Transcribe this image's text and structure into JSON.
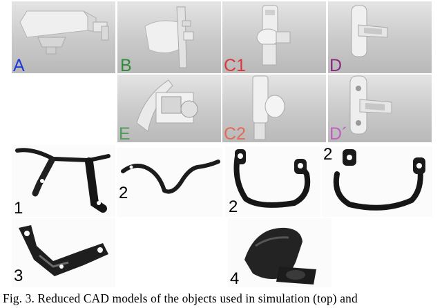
{
  "figure": {
    "cad_panels": [
      {
        "label": "A",
        "color": "#1f3bd6"
      },
      {
        "label": "B",
        "color": "#2f8a3a"
      },
      {
        "label": "C1",
        "color": "#d93838"
      },
      {
        "label": "D",
        "color": "#8a2a80"
      },
      {
        "label": "E",
        "color": "#4f9a5a"
      },
      {
        "label": "C2",
        "color": "#e06b57"
      },
      {
        "label": "D´",
        "color": "#c060c0"
      }
    ],
    "photo_panels": [
      {
        "label": "1"
      },
      {
        "label": "2"
      },
      {
        "label": "2"
      },
      {
        "label": "2"
      },
      {
        "label": "3"
      },
      {
        "label": "4"
      }
    ],
    "caption": "Fig. 3.  Reduced CAD models of the objects used in simulation (top) and"
  }
}
